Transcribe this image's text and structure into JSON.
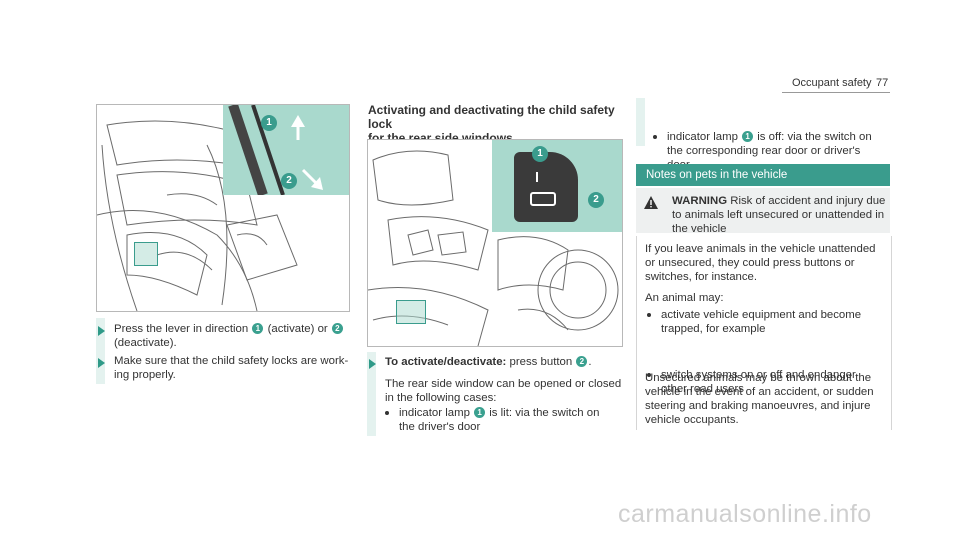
{
  "header": {
    "section": "Occupant safety",
    "page": "77"
  },
  "left": {
    "figure_callouts": [
      "1",
      "2"
    ],
    "step1": {
      "prefix": "Press the lever in direction",
      "n1": "1",
      "mid": "(activate) or",
      "n2": "2",
      "suffix": "(deactivate)."
    },
    "step2": {
      "line1": "Make sure that the child safety locks are work-",
      "line2": "ing properly."
    }
  },
  "middle": {
    "heading": {
      "line1": "Activating and deactivating the child safety lock",
      "line2": "for the rear side windows"
    },
    "figure_callouts": [
      "1",
      "2"
    ],
    "step": {
      "bold": "To activate/deactivate:",
      "text": "press button",
      "n": "2",
      "end": "."
    },
    "para": {
      "line1": "The rear side window can be opened or closed",
      "line2": "in the following cases:"
    },
    "bullet1": {
      "prefix": "indicator lamp",
      "n": "1",
      "suffix": "is lit: via the switch on",
      "line2": "the driver's door"
    }
  },
  "right": {
    "bullet2": {
      "prefix": "indicator lamp",
      "n": "1",
      "suffix": "is off: via the switch on",
      "line2": "the corresponding rear door or driver's",
      "line3": "door"
    },
    "notes_heading": "Notes on pets in the vehicle",
    "warning": {
      "label": "WARNING",
      "line1": "Risk of accident and injury due",
      "line2": "to animals left unsecured or unattended in",
      "line3": "the vehicle"
    },
    "p1": {
      "line1": "If you leave animals in the vehicle unattended",
      "line2": "or unsecured, they could press buttons or",
      "line3": "switches, for instance."
    },
    "p2": "An animal may:",
    "b1": {
      "line1": "activate vehicle equipment and become",
      "line2": "trapped, for example"
    },
    "b2": {
      "line1": "switch systems on or off and endanger",
      "line2": "other road users"
    },
    "p3": {
      "line1": "Unsecured animals may be thrown about the",
      "line2": "vehicle in the event of an accident, or sudden",
      "line3": "steering and braking manoeuvres, and injure",
      "line4": "vehicle occupants."
    }
  },
  "watermark": "carmanualsonline.info",
  "colors": {
    "accent": "#3a9c8d",
    "callout_bg": "#a9d9cd",
    "strip": "#e4f2ef"
  }
}
